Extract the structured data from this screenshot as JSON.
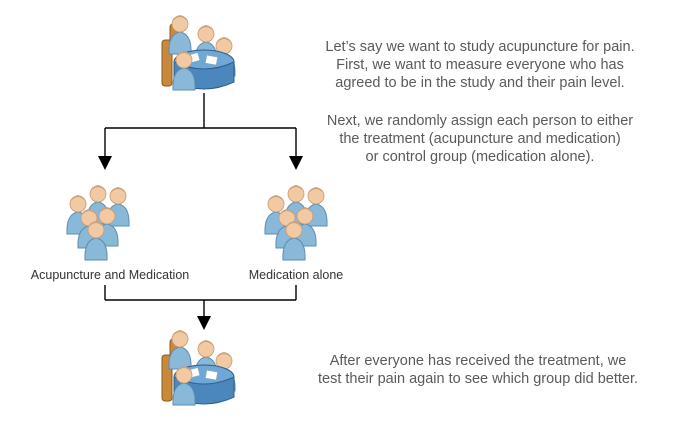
{
  "intro": {
    "lines": [
      "Let’s say we want to study acupuncture for pain.",
      "First, we want to measure everyone who has",
      "agreed to be in the study and their pain level."
    ]
  },
  "assign": {
    "lines": [
      "Next, we randomly assign each person to either",
      "the treatment (acupuncture and medication)",
      "or control group (medication alone)."
    ]
  },
  "groups": {
    "treatment_label": "Acupuncture and Medication",
    "control_label": "Medication alone"
  },
  "outcome": {
    "lines": [
      "After everyone has received the treatment, we",
      "test their pain again to see which group did better."
    ]
  },
  "icons": {
    "meeting": "meeting-table-icon",
    "group": "people-group-icon"
  },
  "colors": {
    "person_body": "#8ab8d8",
    "person_skin": "#f1c9a2",
    "table": "#4b86bd",
    "chair": "#c9883a",
    "line": "#000000",
    "text": "#5a5a5a"
  }
}
